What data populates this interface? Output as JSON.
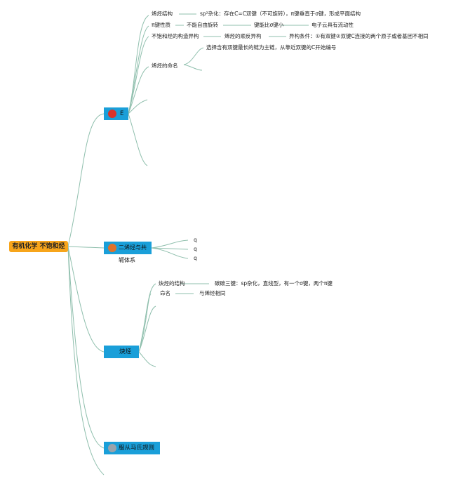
{
  "root": {
    "label": "有机化学 不饱和烃"
  },
  "branches": {
    "alkene": {
      "label": "E",
      "icon": "red-circle-icon",
      "icon_color": "#d9332b"
    },
    "diene": {
      "label": "二烯烃与共轭体系",
      "icon": "orange-circle-icon",
      "icon_color": "#e0722a"
    },
    "alkyne": {
      "label": "炔烃"
    },
    "markovnikov": {
      "label": "服从马氏规则",
      "icon": "gray-circle-icon",
      "icon_color": "#9aa3ab"
    }
  },
  "alkene_children": {
    "structure": {
      "label": "烯烃结构",
      "detail": "sp²杂化：存在C=C双键（不可旋转），π键垂直于σ键，形成平面结构"
    },
    "pi_bond": {
      "label": "π键性质",
      "d1": "不能自由旋转",
      "d2": "键能比σ键小",
      "d3": "电子云具有流动性"
    },
    "isomerism": {
      "label": "不饱和烃的构造异构",
      "d1": "烯烃的顺反异构",
      "d2": "异构条件：①有双键②双键C连接的两个原子或者基团不相同"
    },
    "naming": {
      "label": "烯烃的命名",
      "detail": "选择含有双键最长的链为主链，从靠近双键的C开始编号"
    }
  },
  "diene_children": [
    "q",
    "q",
    "q"
  ],
  "alkyne_children": {
    "structure": {
      "label": "炔烃的结构",
      "detail": "碳碳三键：sp杂化，直线型，有一个σ键，两个π键"
    },
    "naming": {
      "label": "命名",
      "detail": "与烯烃相同"
    }
  },
  "colors": {
    "root": "#f7a51b",
    "branch": "#1a9fd9",
    "connector": "#8fbfad"
  }
}
